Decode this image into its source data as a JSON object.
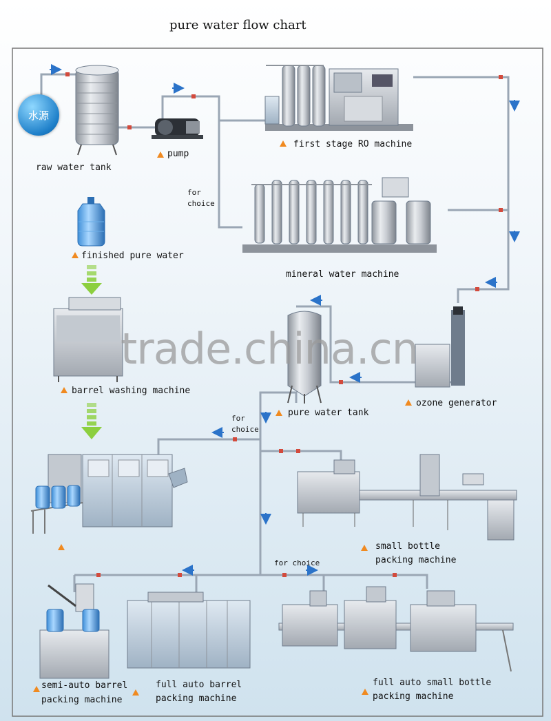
{
  "title": "pure water flow chart",
  "watermark": "trade.china.cn",
  "source_badge": "水源",
  "labels": {
    "raw_water_tank": "raw water tank",
    "pump": "pump",
    "first_stage_ro": "first stage RO machine",
    "for_choice_1a": "for",
    "for_choice_1b": "choice",
    "mineral_water_machine": "mineral water machine",
    "finished_pure_water": "finished pure water",
    "barrel_washing_machine": "barrel washing machine",
    "pure_water_tank": "pure water tank",
    "ozone_generator": "ozone generator",
    "for_choice_2a": "for",
    "for_choice_2b": "choice",
    "small_bottle_1": "small bottle",
    "small_bottle_2": "packing machine",
    "for_choice_3": "for choice",
    "semi_auto_1": "semi-auto barrel",
    "semi_auto_2": "packing machine",
    "full_auto_barrel_1": "full auto barrel",
    "full_auto_barrel_2": "packing machine",
    "full_auto_small_1": "full auto small bottle",
    "full_auto_small_2": "packing machine"
  },
  "colors": {
    "pipe": "#9aa6b4",
    "pipe_dark": "#6f7c8c",
    "valve": "#d34a3c",
    "flow_arrow": "#2b73c9",
    "marker": "#f08a20",
    "green_arrow": "#8ccf3f",
    "steel": "#c9cdd3",
    "steel_dark": "#8d939b",
    "bg_top": "#ffffff",
    "bg_bottom": "#cfe2ee"
  }
}
